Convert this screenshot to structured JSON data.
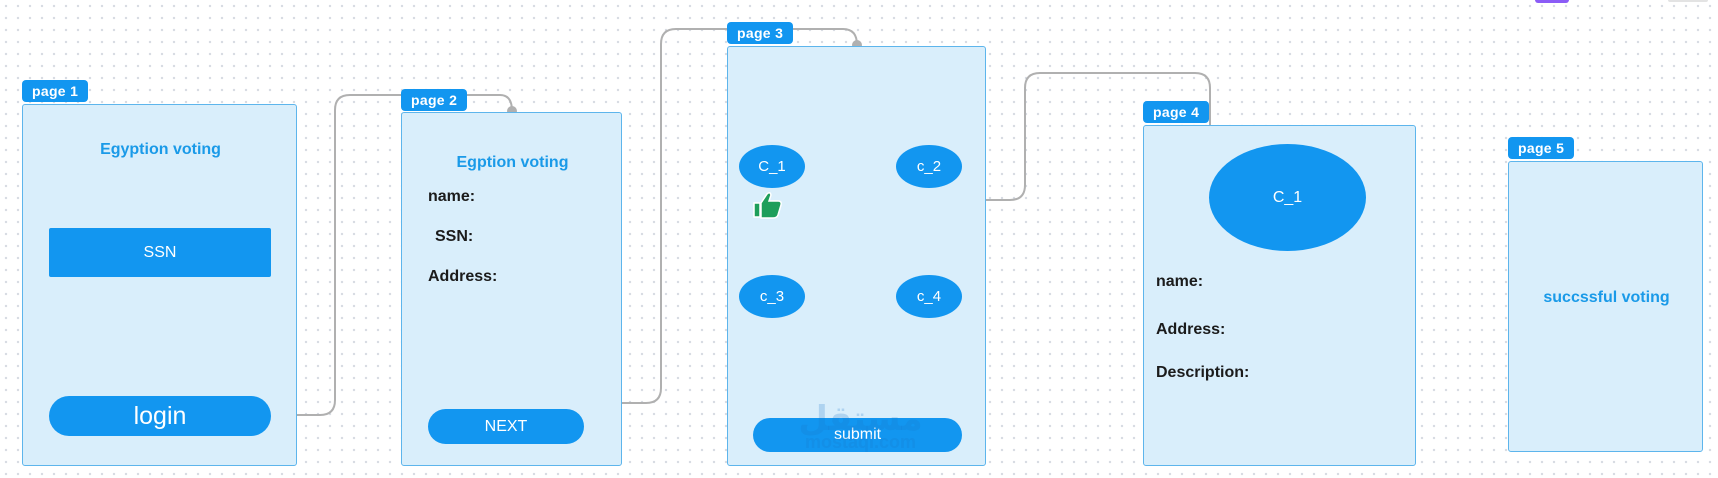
{
  "colors": {
    "accent": "#1296f0",
    "frame_bg": "#d9eefb",
    "frame_border": "#5db5ec",
    "title_text": "#1a9ae8",
    "connector": "#b0b0b0",
    "thumb": "#1e9e5a"
  },
  "pages": {
    "page1": {
      "tag": "page 1",
      "title": "Egyption voting",
      "ssn_button": "SSN",
      "login_button": "login"
    },
    "page2": {
      "tag": "page 2",
      "title": "Egption voting",
      "fields": [
        "name:",
        "SSN:",
        "Address:"
      ],
      "next_button": "NEXT"
    },
    "page3": {
      "tag": "page 3",
      "candidates": [
        "C_1",
        "c_2",
        "c_3",
        "c_4"
      ],
      "submit_button": "submit",
      "reaction_icon": "thumbs-up-icon"
    },
    "page4": {
      "tag": "page 4",
      "candidate": "C_1",
      "fields": [
        "name:",
        "Address:",
        "Description:"
      ]
    },
    "page5": {
      "tag": "page 5",
      "message": "succssful voting"
    }
  },
  "watermark": {
    "arabic": "مستقل",
    "latin": "mostaql.com"
  }
}
